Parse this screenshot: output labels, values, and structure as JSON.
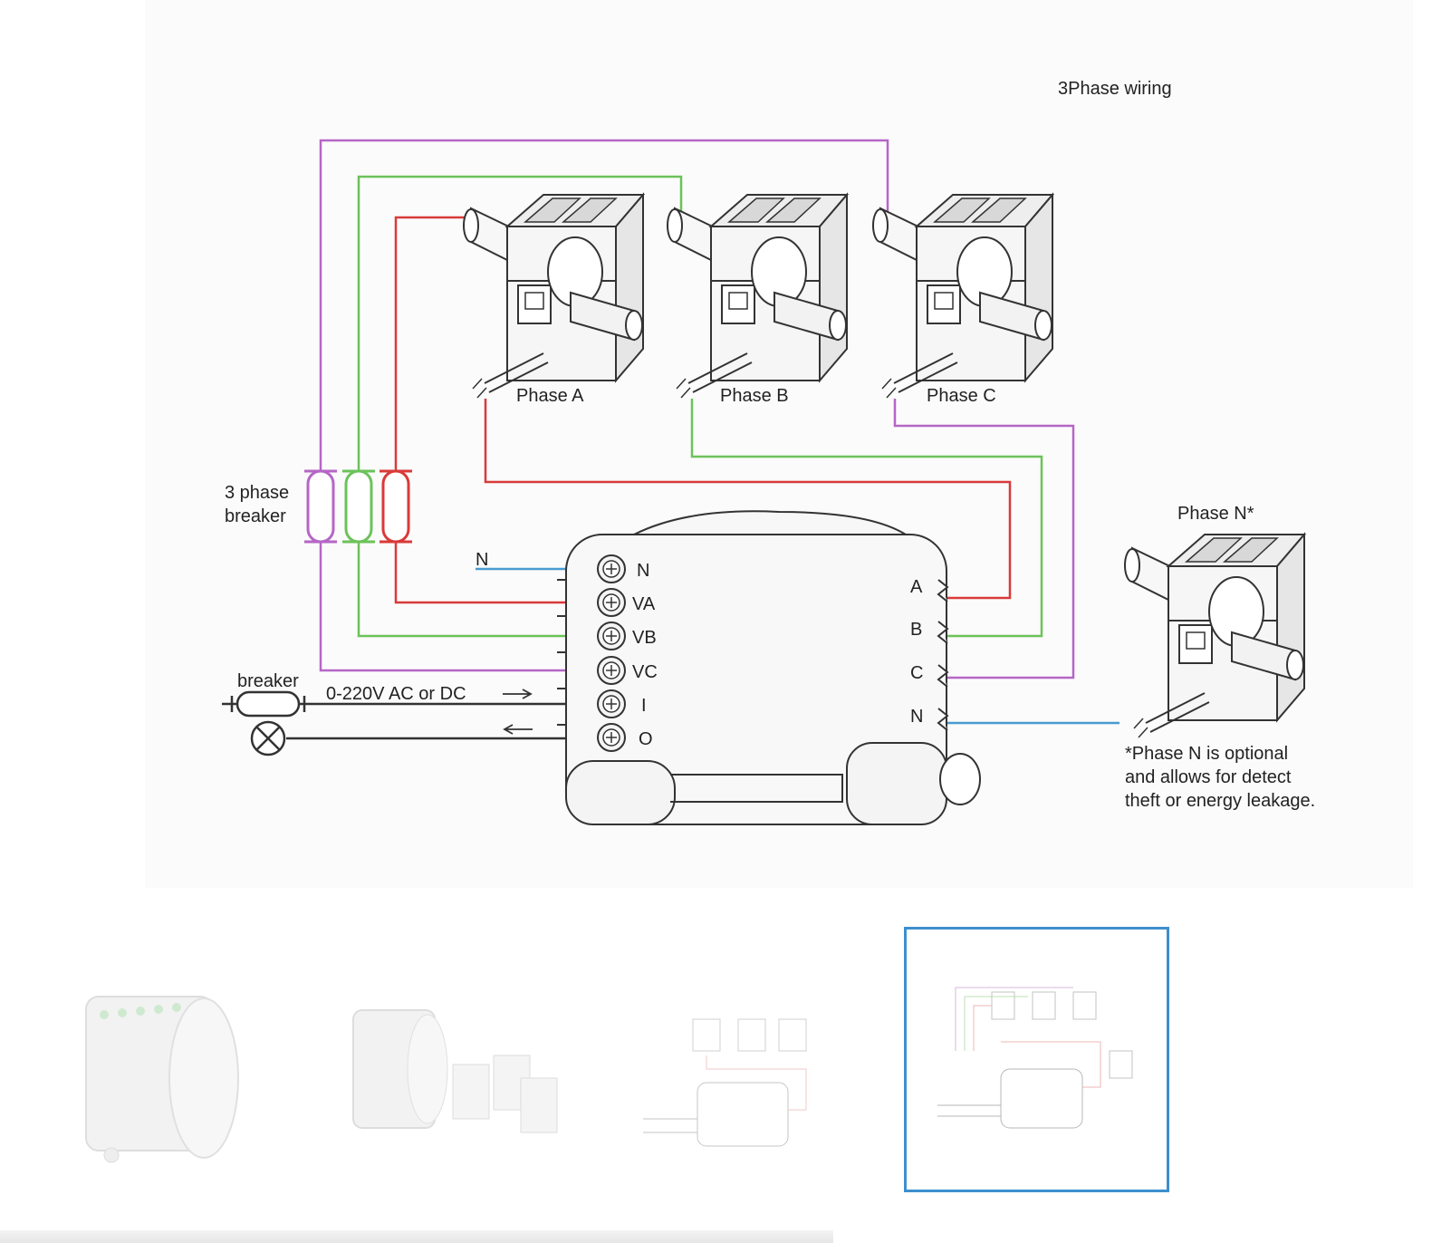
{
  "diagram": {
    "title": "3Phase wiring",
    "phase_labels": [
      "Phase A",
      "Phase B",
      "Phase C"
    ],
    "phase_n_label": "Phase N*",
    "breaker_group_label_line1": "3 phase",
    "breaker_group_label_line2": "breaker",
    "breaker_label": "breaker",
    "supply_label": "0-220V AC or DC",
    "neutral_label": "N",
    "left_terminals": [
      "N",
      "VA",
      "VB",
      "VC",
      "I",
      "O"
    ],
    "right_terminals": [
      "A",
      "B",
      "C",
      "N"
    ],
    "note_line1": "*Phase N is optional",
    "note_line2": "and allows for detect",
    "note_line3": "theft or energy leakage.",
    "colors": {
      "phase_a": "#d93a3a",
      "phase_b": "#6cc25a",
      "phase_c": "#b566c6",
      "neutral": "#4a9bd0",
      "line": "#333333"
    }
  },
  "gallery": {
    "prev_icon": "chevron-left-icon",
    "selected_index": 3,
    "thumbnails": [
      {
        "name": "device-front",
        "alt": "device"
      },
      {
        "name": "device-with-clamps",
        "alt": "device with clamps"
      },
      {
        "name": "single-phase-wiring",
        "alt": "wiring diagram"
      },
      {
        "name": "three-phase-wiring",
        "alt": "3Phase wiring"
      }
    ]
  }
}
